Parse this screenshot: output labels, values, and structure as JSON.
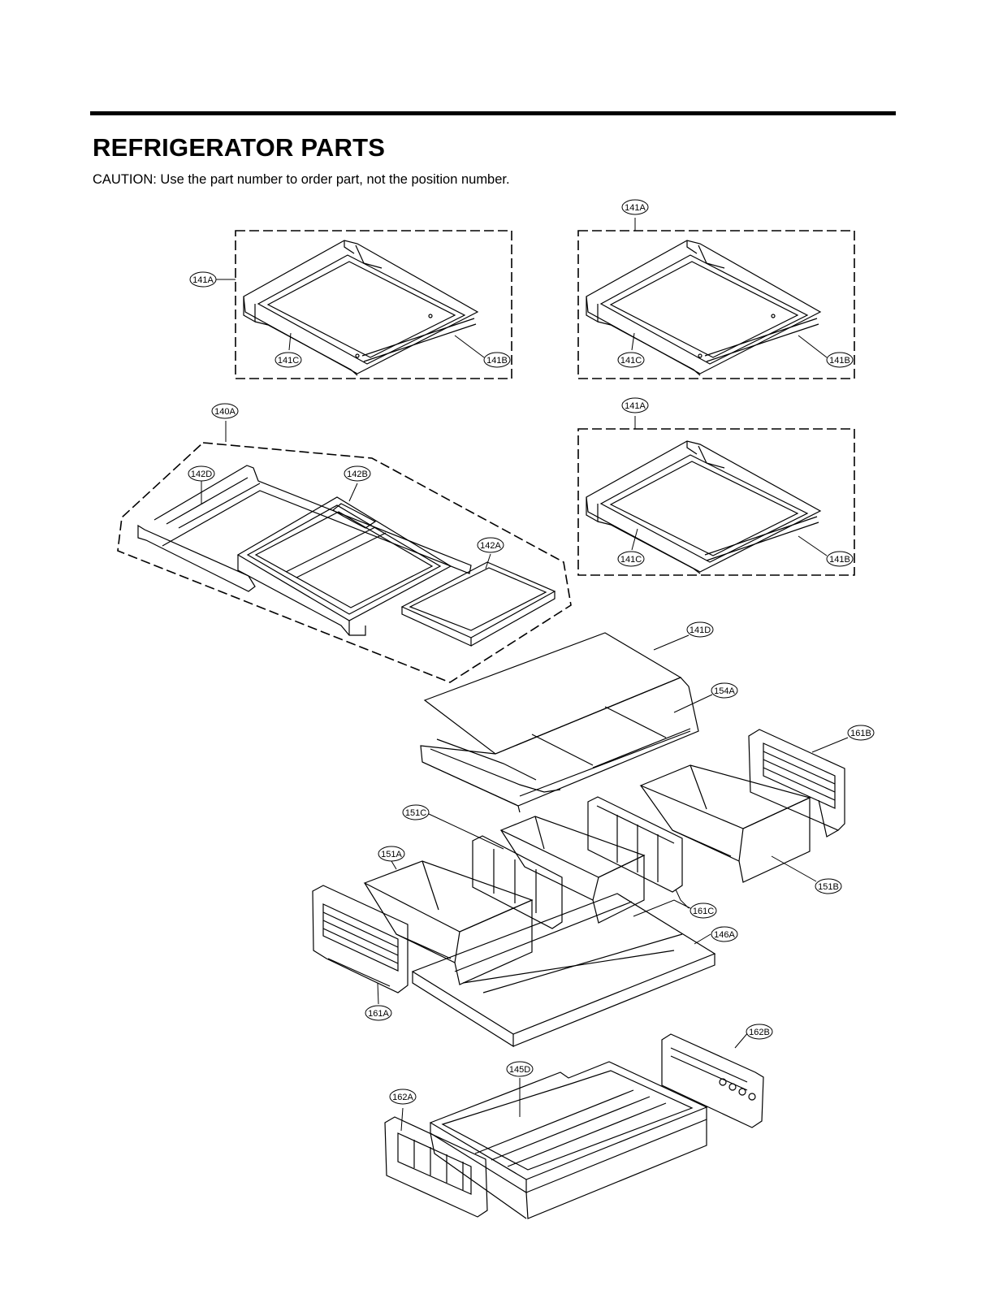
{
  "header": {
    "title": "REFRIGERATOR PARTS",
    "caution": "CAUTION: Use the part number to order part, not the position number."
  },
  "labels": {
    "p141A_1": "141A",
    "p141A_2": "141A",
    "p141A_3": "141A",
    "p141C_1": "141C",
    "p141B_1": "141B",
    "p141C_2": "141C",
    "p141B_2": "141B",
    "p141C_3": "141C",
    "p141B_3": "141B",
    "p140A": "140A",
    "p142D": "142D",
    "p142B": "142B",
    "p142A": "142A",
    "p141D": "141D",
    "p154A": "154A",
    "p161B": "161B",
    "p151C": "151C",
    "p151A": "151A",
    "p151B": "151B",
    "p161C": "161C",
    "p146A": "146A",
    "p161A": "161A",
    "p162B": "162B",
    "p145D": "145D",
    "p162A": "162A"
  }
}
